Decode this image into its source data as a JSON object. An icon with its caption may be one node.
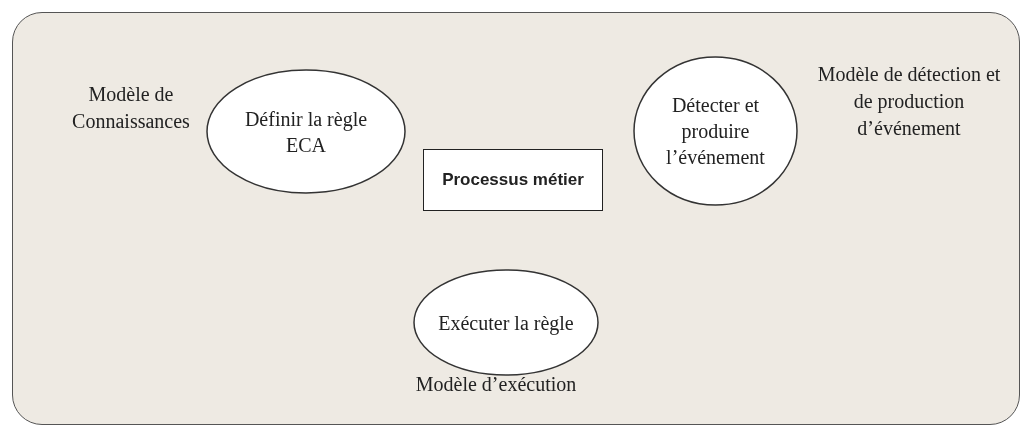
{
  "diagram": {
    "nodes": [
      {
        "text": [],
        "shape": "box"
      },
      {
        "text": [
          "Définir la règle ECA"
        ],
        "in": 0,
        "beside": [
          "Modèle de Connaissances"
        ]
      },
      {
        "text": [
          "Détecter et produire l’événement"
        ],
        "in": 0,
        "beside": [
          "Modèle de détection et de production d’événement"
        ]
      },
      {
        "text": [
          "Processus métier"
        ],
        "in": 0
      },
      {
        "text": [
          "Exécuter la règle"
        ],
        "in": 0,
        "beside": [
          "Modèle d’exécution"
        ]
      }
    ],
    "edges": []
  }
}
